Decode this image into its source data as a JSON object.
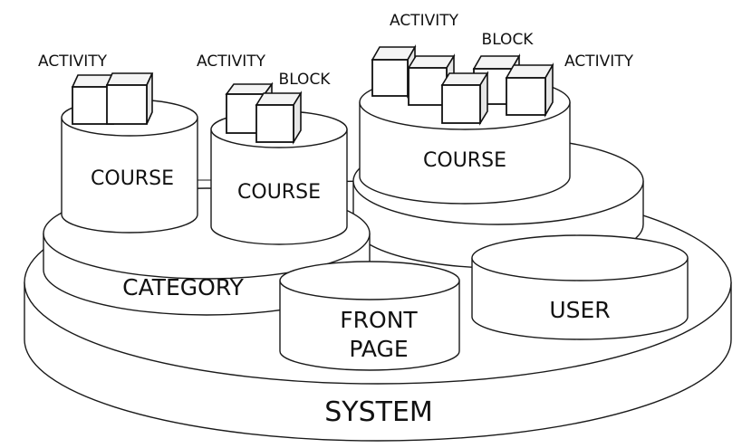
{
  "labels": {
    "system": "SYSTEM",
    "category": "CATEGORY",
    "front_page_line1": "FRONT",
    "front_page_line2": "PAGE",
    "user": "USER",
    "course_left": "COURSE",
    "course_middle": "COURSE",
    "course_right": "COURSE",
    "activity_left": "ACTIVITY",
    "activity_middle": "ACTIVITY",
    "block_middle": "BLOCK",
    "activity_right_top": "ACTIVITY",
    "block_right": "BLOCK",
    "activity_right": "ACTIVITY"
  }
}
